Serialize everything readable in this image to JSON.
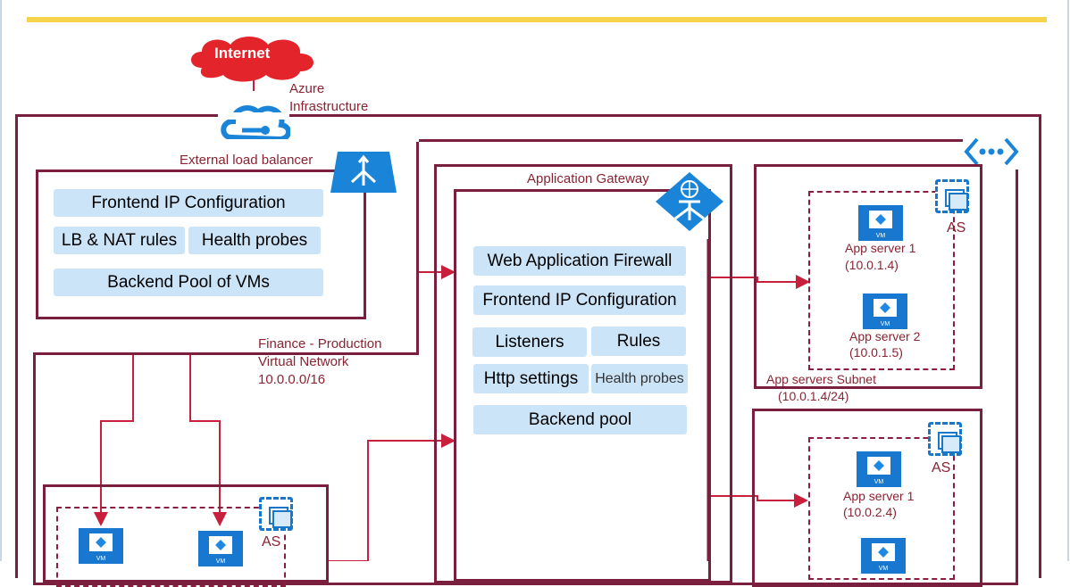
{
  "internet": "Internet",
  "azure": {
    "line1": "Azure",
    "line2": "Infrastructure"
  },
  "elb": {
    "title": "External load balancer",
    "frontend": "Frontend IP Configuration",
    "lb_nat": "LB & NAT rules",
    "health": "Health probes",
    "backend": "Backend Pool of VMs"
  },
  "vnet": {
    "line1": "Finance - Production",
    "line2": "Virtual Network",
    "line3": "10.0.0.0/16"
  },
  "appgw": {
    "title": "Application Gateway",
    "waf": "Web Application Firewall",
    "frontend": "Frontend IP Configuration",
    "listeners": "Listeners",
    "rules": "Rules",
    "http": "Http settings",
    "health": "Health probes",
    "backend": "Backend pool"
  },
  "subnet1": {
    "as": "AS",
    "server1_name": "App server 1",
    "server1_ip": "(10.0.1.4)",
    "server2_name": "App server 2",
    "server2_ip": "(10.0.1.5)",
    "label": "App servers Subnet",
    "cidr": "(10.0.1.4/24)"
  },
  "subnet2": {
    "as": "AS",
    "server1_name": "App server 1",
    "server1_ip": "(10.0.2.4)"
  },
  "subnet3": {
    "as": "AS"
  },
  "vm_tag": "VM",
  "colors": {
    "border": "#7a1f3d",
    "arrow": "#c8203c",
    "pill": "#cce4f7",
    "label": "#8b2332",
    "icon": "#1878d0",
    "accent": "#f5d34a"
  }
}
